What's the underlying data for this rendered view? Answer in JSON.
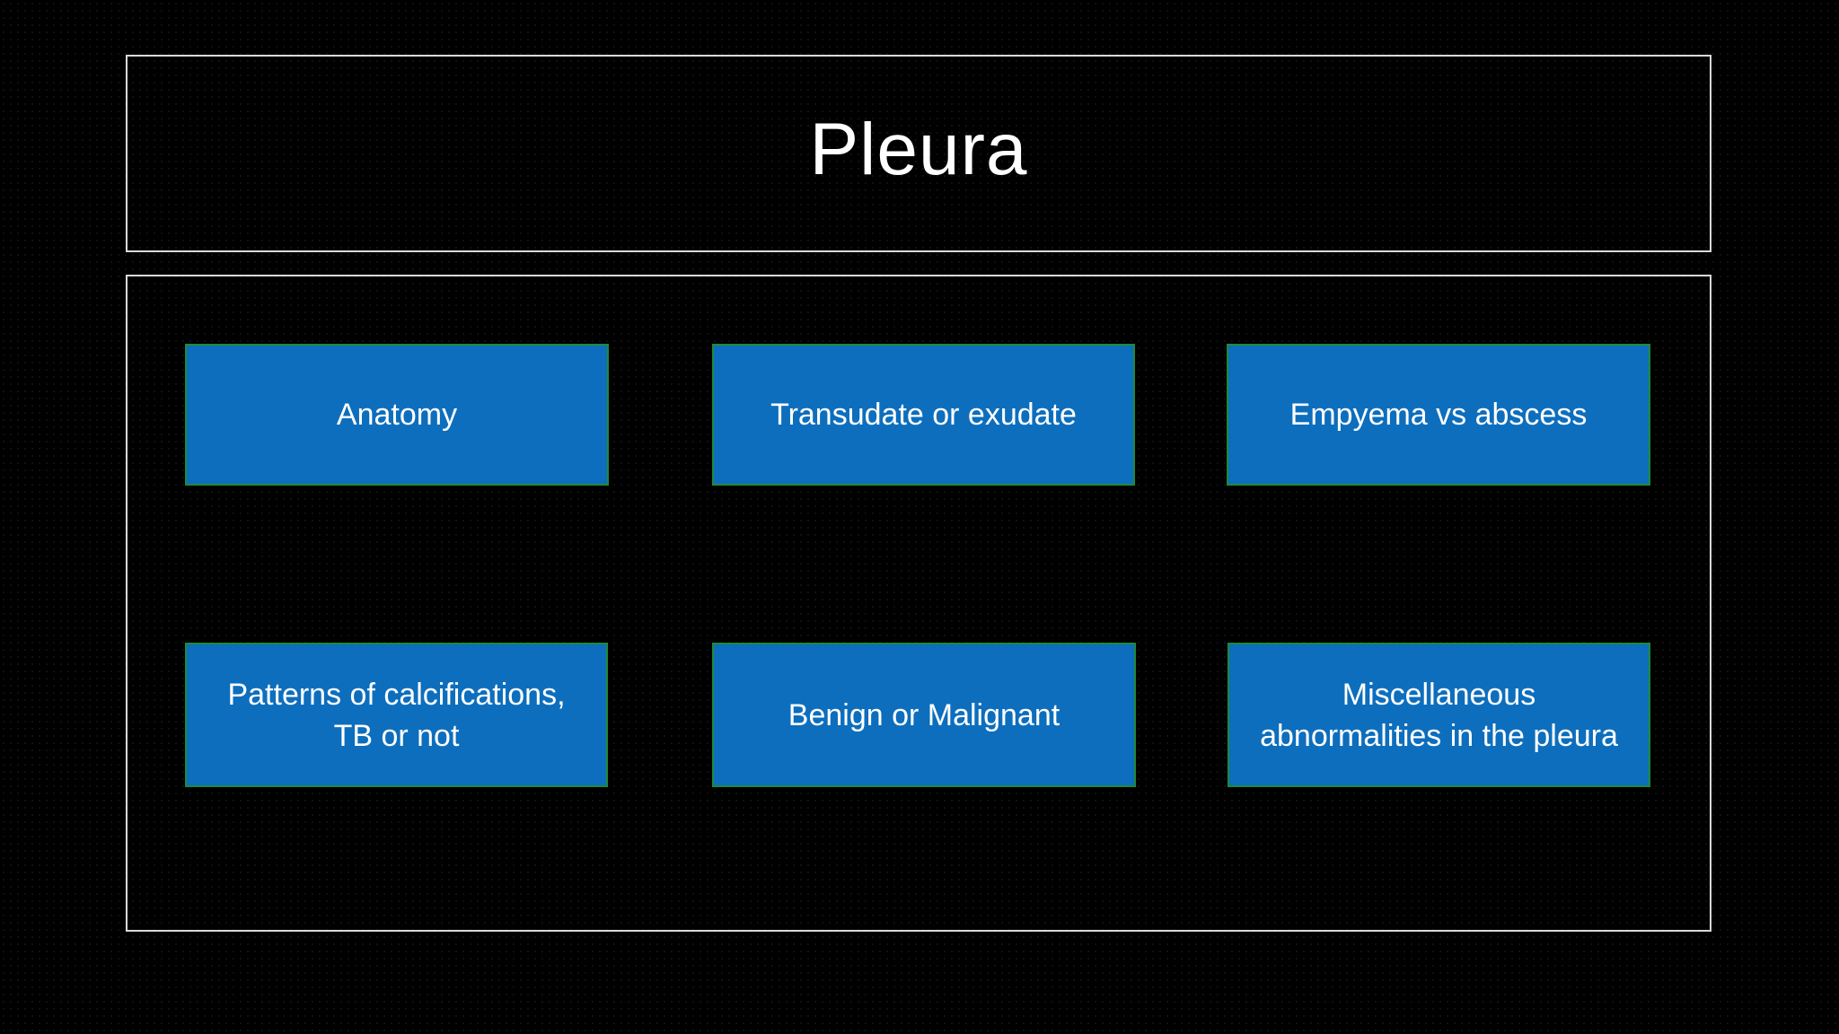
{
  "slide": {
    "title": "Pleura",
    "topics": [
      {
        "label": "Anatomy"
      },
      {
        "label": "Transudate or exudate"
      },
      {
        "label": "Empyema vs abscess"
      },
      {
        "label": "Patterns of calcifications,\nTB or not"
      },
      {
        "label": "Benign or Malignant"
      },
      {
        "label": "Miscellaneous\nabnormalities in the pleura"
      }
    ]
  },
  "colors": {
    "background": "#000000",
    "frame_border": "#d9d9d9",
    "topic_fill": "#0d6ebd",
    "topic_border": "#1f8a3a",
    "text": "#ffffff"
  }
}
